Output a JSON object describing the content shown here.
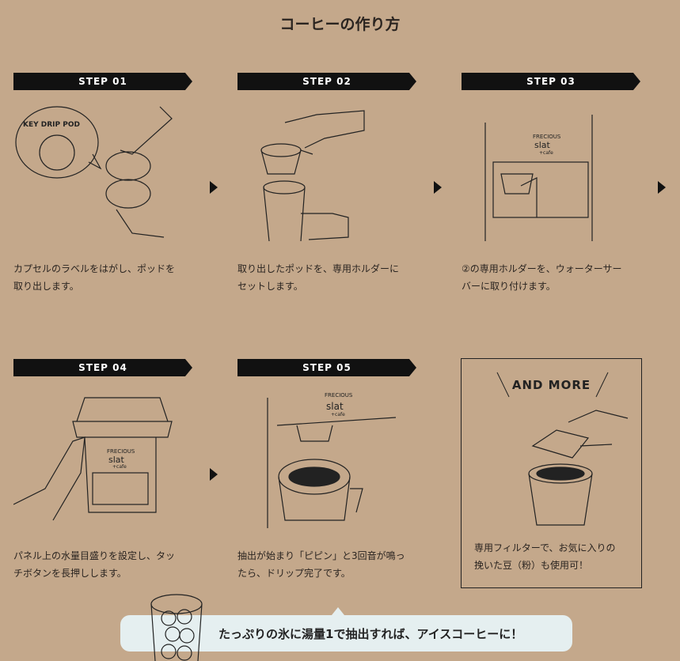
{
  "title": "コーヒーの作り方",
  "steps": [
    {
      "label": "STEP 01",
      "text1": "カプセルのラベルをはがし、ポッドを",
      "text2": "取り出します。",
      "pod_brand": "KEY DRIP POD"
    },
    {
      "label": "STEP 02",
      "text1": "取り出したポッドを、専用ホルダーに",
      "text2": "セットします。"
    },
    {
      "label": "STEP 03",
      "text1": "②の専用ホルダーを、ウォーターサー",
      "text2": "バーに取り付けます。",
      "machine_brand": "FRECIOUS",
      "machine_model": "slat",
      "machine_sub": "+cafe"
    },
    {
      "label": "STEP 04",
      "text1": "パネル上の水量目盛りを設定し、タッ",
      "text2": "チボタンを長押しします。",
      "machine_brand": "FRECIOUS",
      "machine_model": "slat",
      "machine_sub": "+cafe"
    },
    {
      "label": "STEP 05",
      "text1": "抽出が始まり「ピピン」と3回音が鳴っ",
      "text2": "たら、ドリップ完了です。",
      "machine_brand": "FRECIOUS",
      "machine_model": "slat",
      "machine_sub": "+cafe"
    }
  ],
  "more": {
    "title": "AND MORE",
    "text1": "専用フィルターで、お気に入りの",
    "text2": "挽いた豆（粉）も使用可！"
  },
  "tip": {
    "text": "たっぷりの氷に湯量1で抽出すれば、アイスコーヒーに！"
  },
  "colors": {
    "background": "#c4a88b",
    "banner": "#111111",
    "bubble": "#e5eff0"
  }
}
